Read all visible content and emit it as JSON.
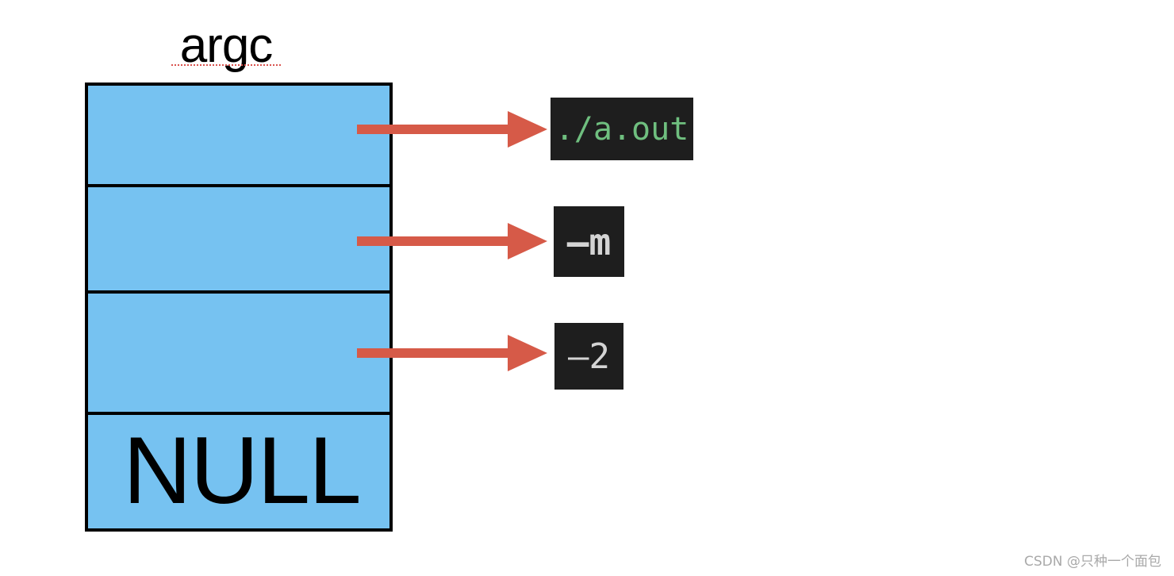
{
  "title": "argc",
  "stack": {
    "cells": [
      "",
      "",
      "",
      "NULL"
    ]
  },
  "args": [
    "./a.out",
    "—m",
    "—2"
  ],
  "colors": {
    "cell_fill": "#76c2f1",
    "cell_border": "#000000",
    "arrow": "#d65a48",
    "arg_bg": "#1e1e1e",
    "arg0_text": "#6fbf7f",
    "arg_text": "#d4d4d4",
    "spellcheck_underline": "#d9534f"
  },
  "watermark": "CSDN @只种一个面包"
}
